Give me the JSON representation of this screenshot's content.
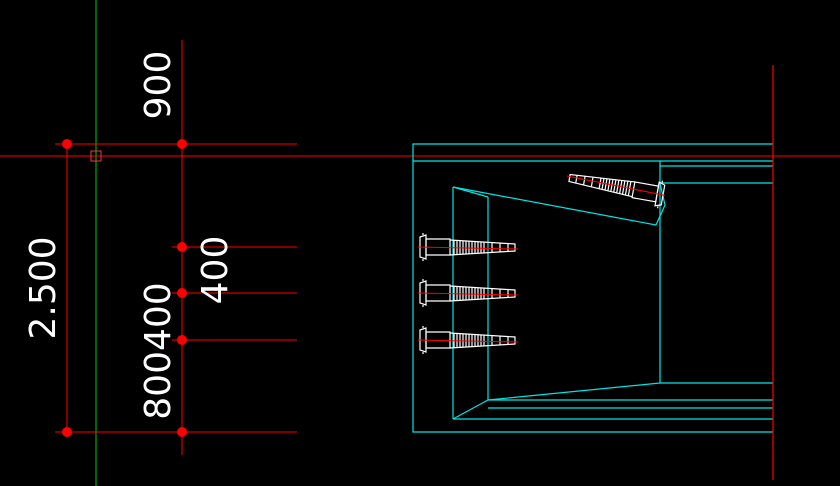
{
  "drawing": {
    "dimension_labels": {
      "overall_height": "2.500",
      "top_segment": "900",
      "middle_spacing": "400",
      "lower_segment": "800400"
    },
    "colors": {
      "background": "#000000",
      "dimension_lines": "#ff0000",
      "geometry": "#00e5e5",
      "crosshair_vertical": "#00cc00",
      "crosshair_horizontal": "#ff0000",
      "text": "#ffffff",
      "bolts": "#ffffff"
    },
    "cursor": "pickbox",
    "bolt_count": 4
  }
}
